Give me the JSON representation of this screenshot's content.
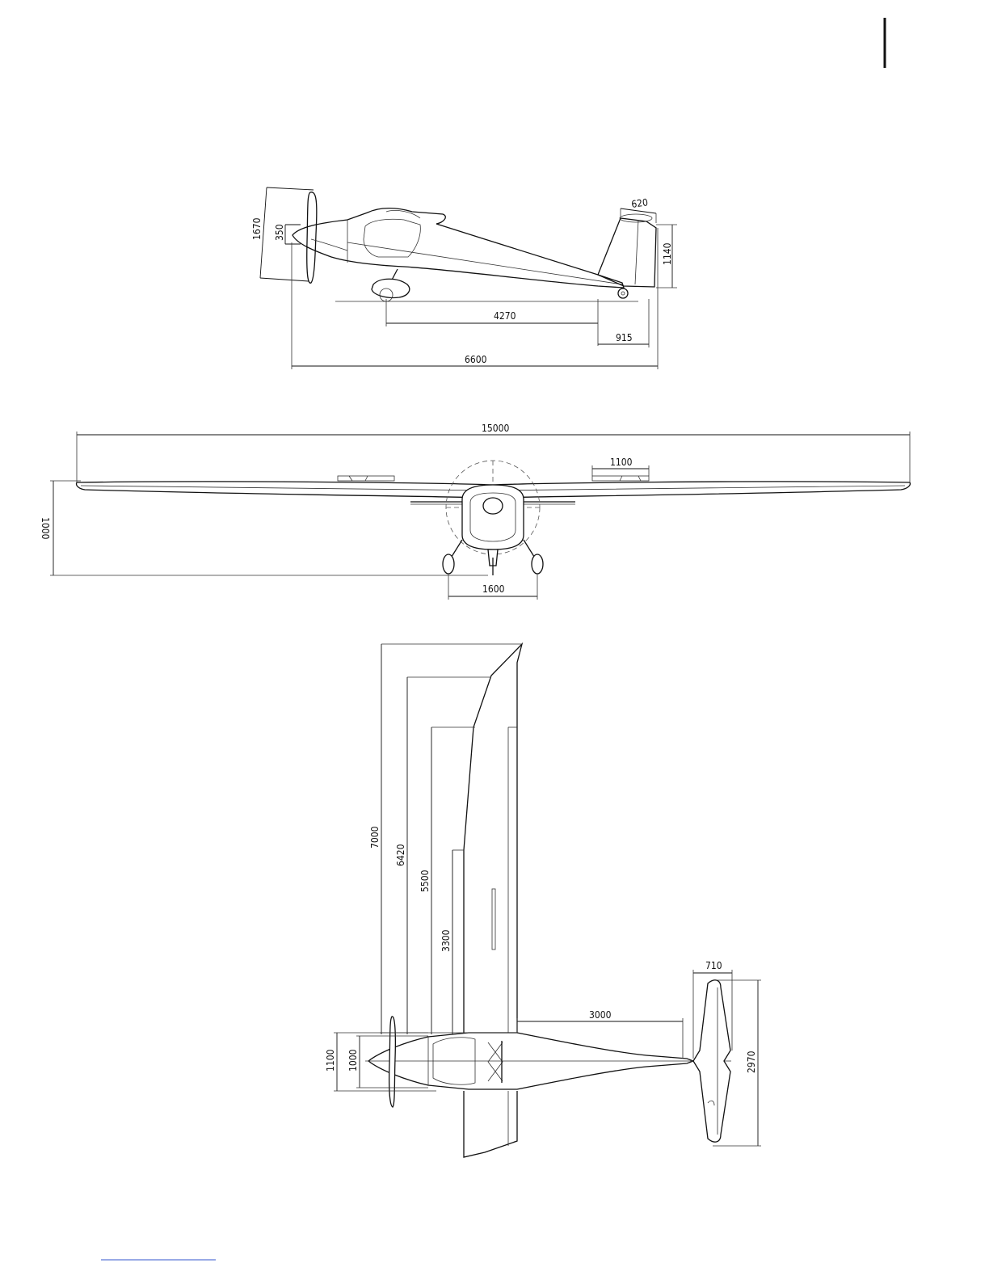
{
  "side_view": {
    "dims": {
      "prop_diameter": "1670",
      "spinner": "350",
      "fin_chord": "620",
      "fin_height": "1140",
      "wheelbase": "4270",
      "tail_gear": "915",
      "overall_length": "6600"
    }
  },
  "front_view": {
    "dims": {
      "wingspan": "15000",
      "wing_panel": "1100",
      "height": "1000",
      "track": "1600"
    }
  },
  "top_view": {
    "dims": {
      "span_7000": "7000",
      "span_6420": "6420",
      "span_5500": "5500",
      "span_3300": "3300",
      "tail_arm": "3000",
      "tail_chord": "710",
      "tail_span": "2970",
      "fuselage_width_outer": "1100",
      "fuselage_width_inner": "1000"
    }
  }
}
